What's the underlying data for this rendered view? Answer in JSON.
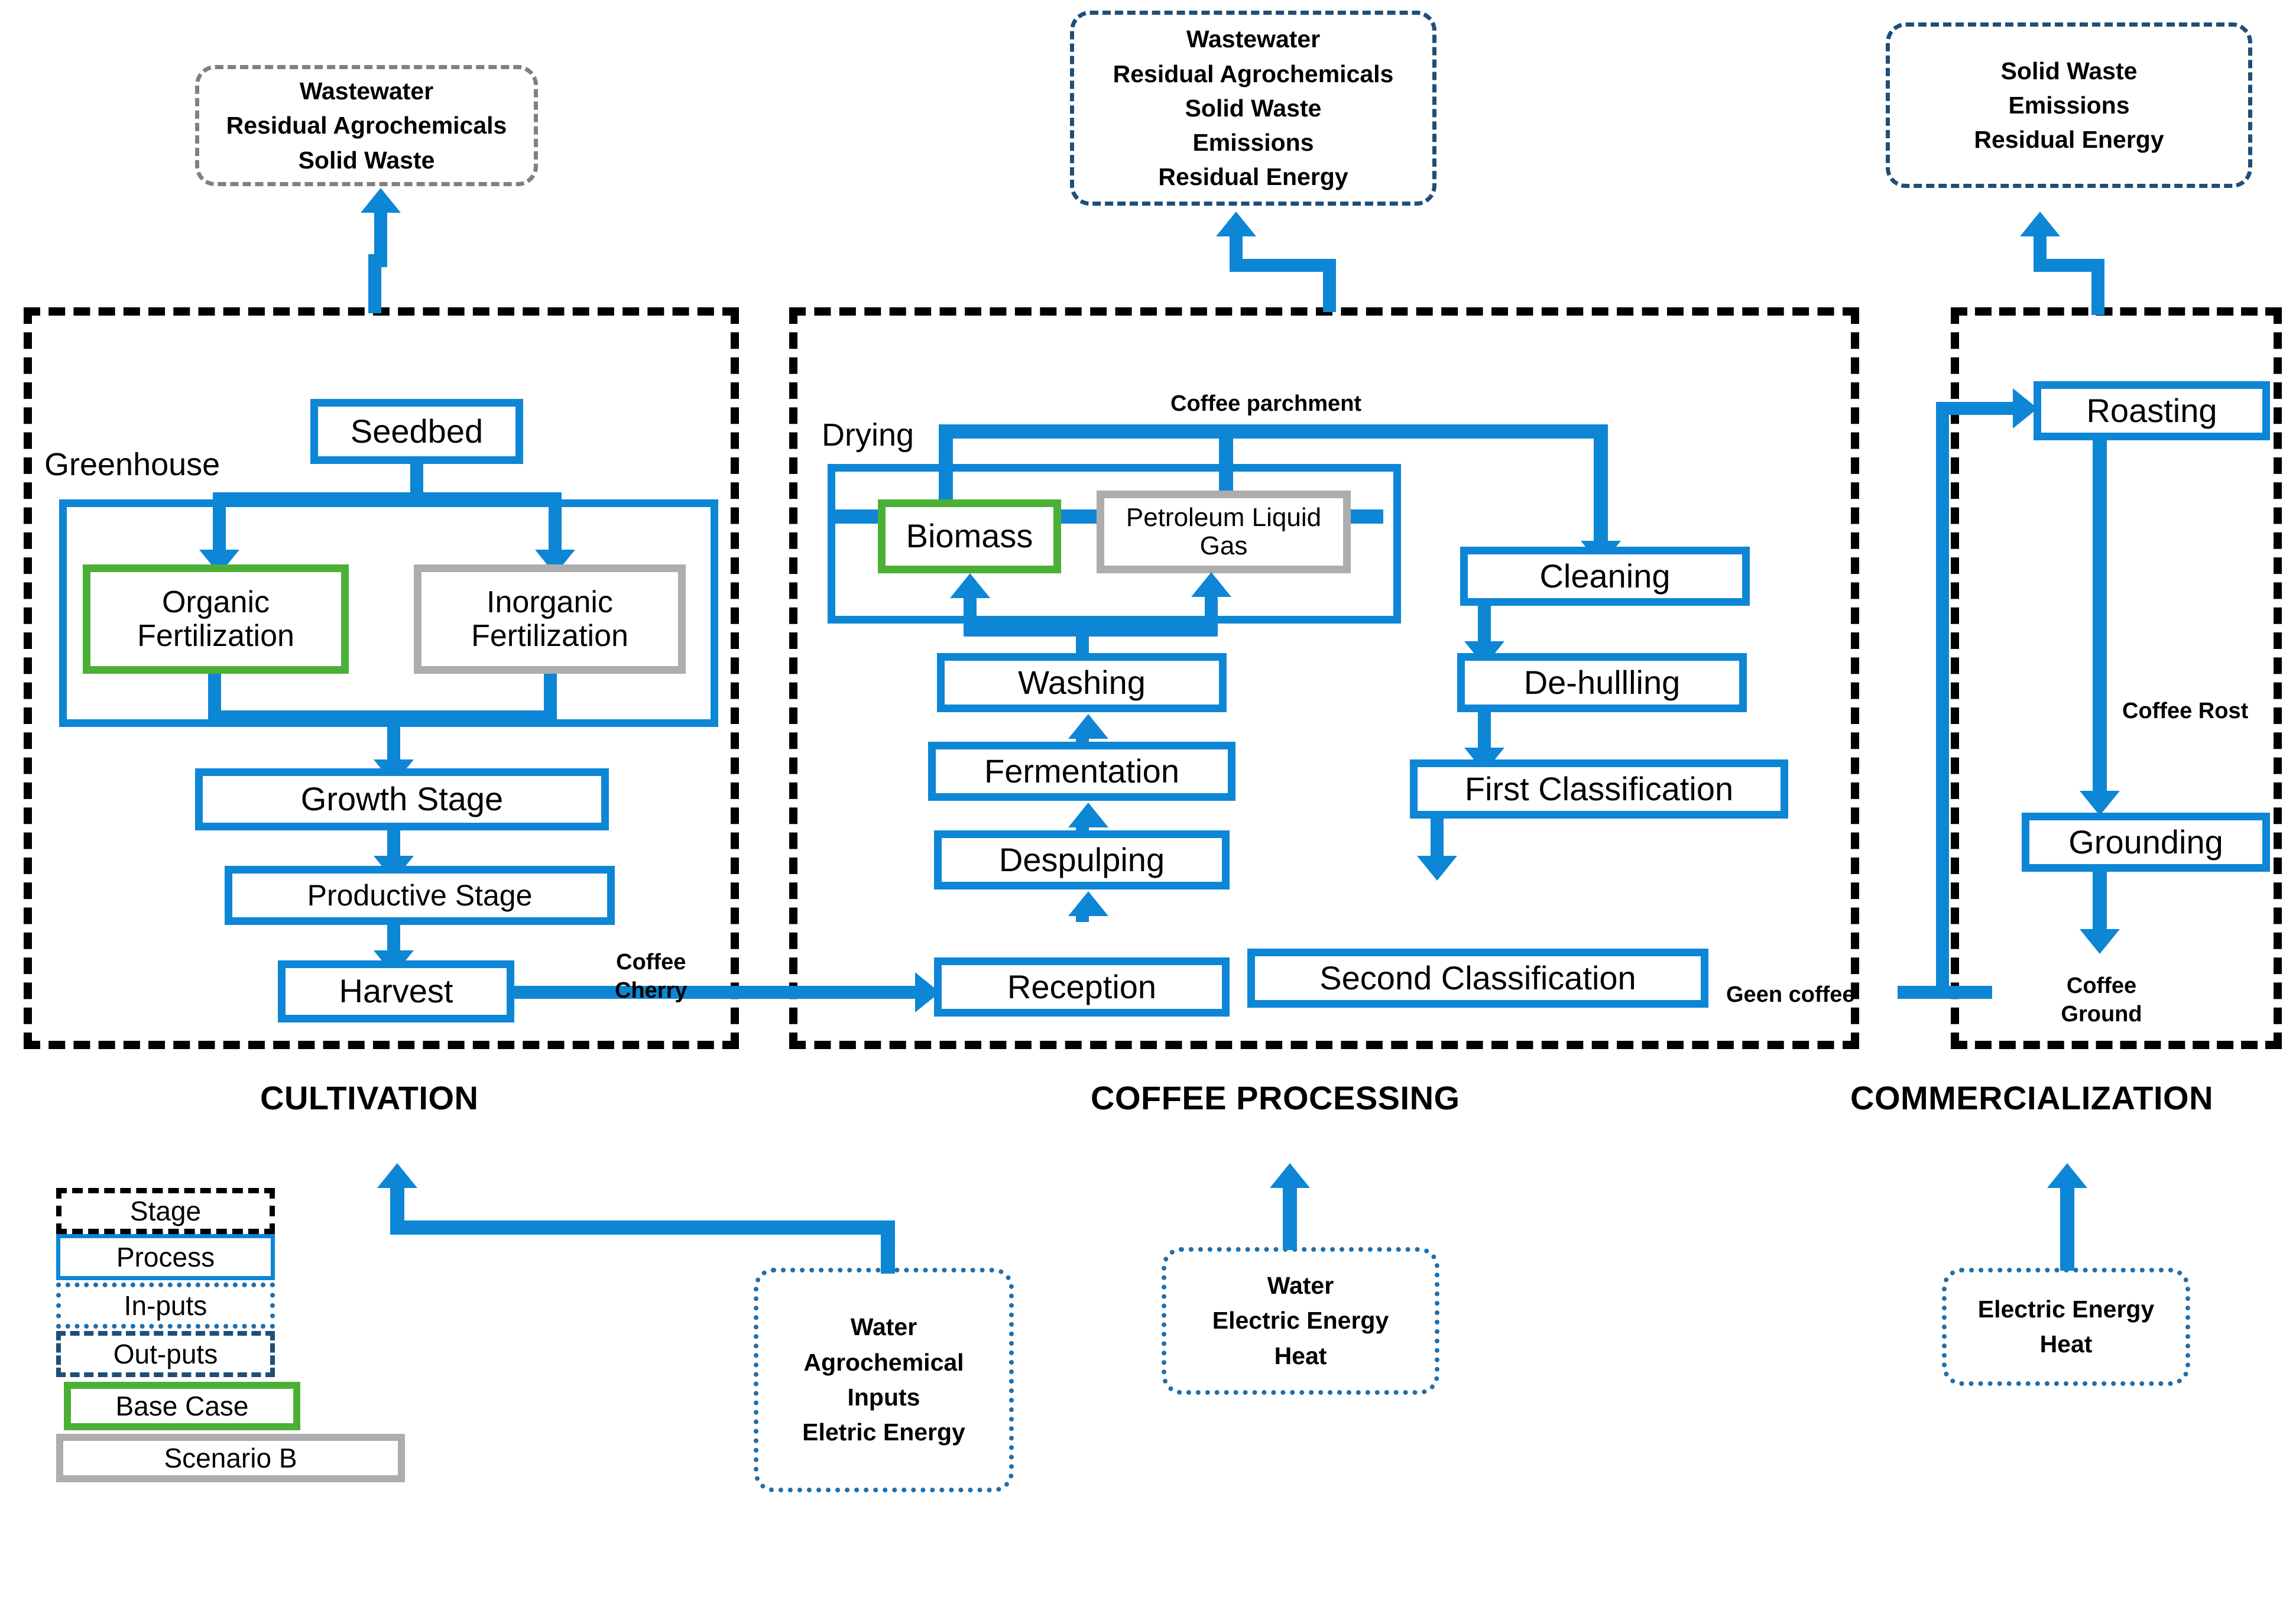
{
  "outputs": {
    "cultivation": {
      "lines": [
        "Wastewater",
        "Residual Agrochemicals",
        "Solid Waste"
      ]
    },
    "processing": {
      "lines": [
        "Wastewater",
        "Residual Agrochemicals",
        "Solid Waste",
        "Emissions",
        "Residual Energy"
      ]
    },
    "commercialization": {
      "lines": [
        "Solid Waste",
        "Emissions",
        "Residual Energy"
      ]
    }
  },
  "inputs": {
    "cultivation": {
      "lines": [
        "Water",
        "Agrochemical",
        "Inputs",
        "Eletric Energy"
      ]
    },
    "processing": {
      "lines": [
        "Water",
        "Electric Energy",
        "Heat"
      ]
    },
    "commercialization": {
      "lines": [
        "Electric Energy",
        "Heat"
      ]
    }
  },
  "stages": {
    "cultivation": {
      "title": "CULTIVATION",
      "group_label": "Greenhouse"
    },
    "processing": {
      "title": "COFFEE PROCESSING",
      "group_label": "Drying"
    },
    "commercialization": {
      "title": "COMMERCIALIZATION"
    }
  },
  "processes": {
    "seedbed": "Seedbed",
    "organic_fertilization": "Organic\nFertilization",
    "organic_fertilization_l1": "Organic",
    "organic_fertilization_l2": "Fertilization",
    "inorganic_fertilization_l1": "Inorganic",
    "inorganic_fertilization_l2": "Fertilization",
    "growth_stage": "Growth Stage",
    "productive_stage": "Productive Stage",
    "harvest": "Harvest",
    "biomass": "Biomass",
    "petroleum_l1": "Petroleum Liquid",
    "petroleum_l2": "Gas",
    "washing": "Washing",
    "fermentation": "Fermentation",
    "despulping": "Despulping",
    "reception": "Reception",
    "cleaning": "Cleaning",
    "de_hullling": "De-hullling",
    "first_classification": "First Classification",
    "second_classification": "Second Classification",
    "roasting": "Roasting",
    "grounding": "Grounding"
  },
  "flow_labels": {
    "coffee_cherry_l1": "Coffee",
    "coffee_cherry_l2": "Cherry",
    "coffee_parchment": "Coffee parchment",
    "geen_coffee": "Geen coffee",
    "coffee_rost": "Coffee Rost",
    "coffee_ground_l1": "Coffee",
    "coffee_ground_l2": "Ground"
  },
  "legend": {
    "stage": "Stage",
    "process": "Process",
    "inputs": "In-puts",
    "outputs": "Out-puts",
    "base_case": "Base Case",
    "scenario_b": "Scenario B"
  },
  "colors": {
    "process_blue": "#0d86d6",
    "base_case_green": "#4cb037",
    "scenario_gray": "#adadad",
    "outputs_navy": "#1f4e79",
    "inputs_blue": "#1f6fad",
    "stage_black": "#000000"
  }
}
